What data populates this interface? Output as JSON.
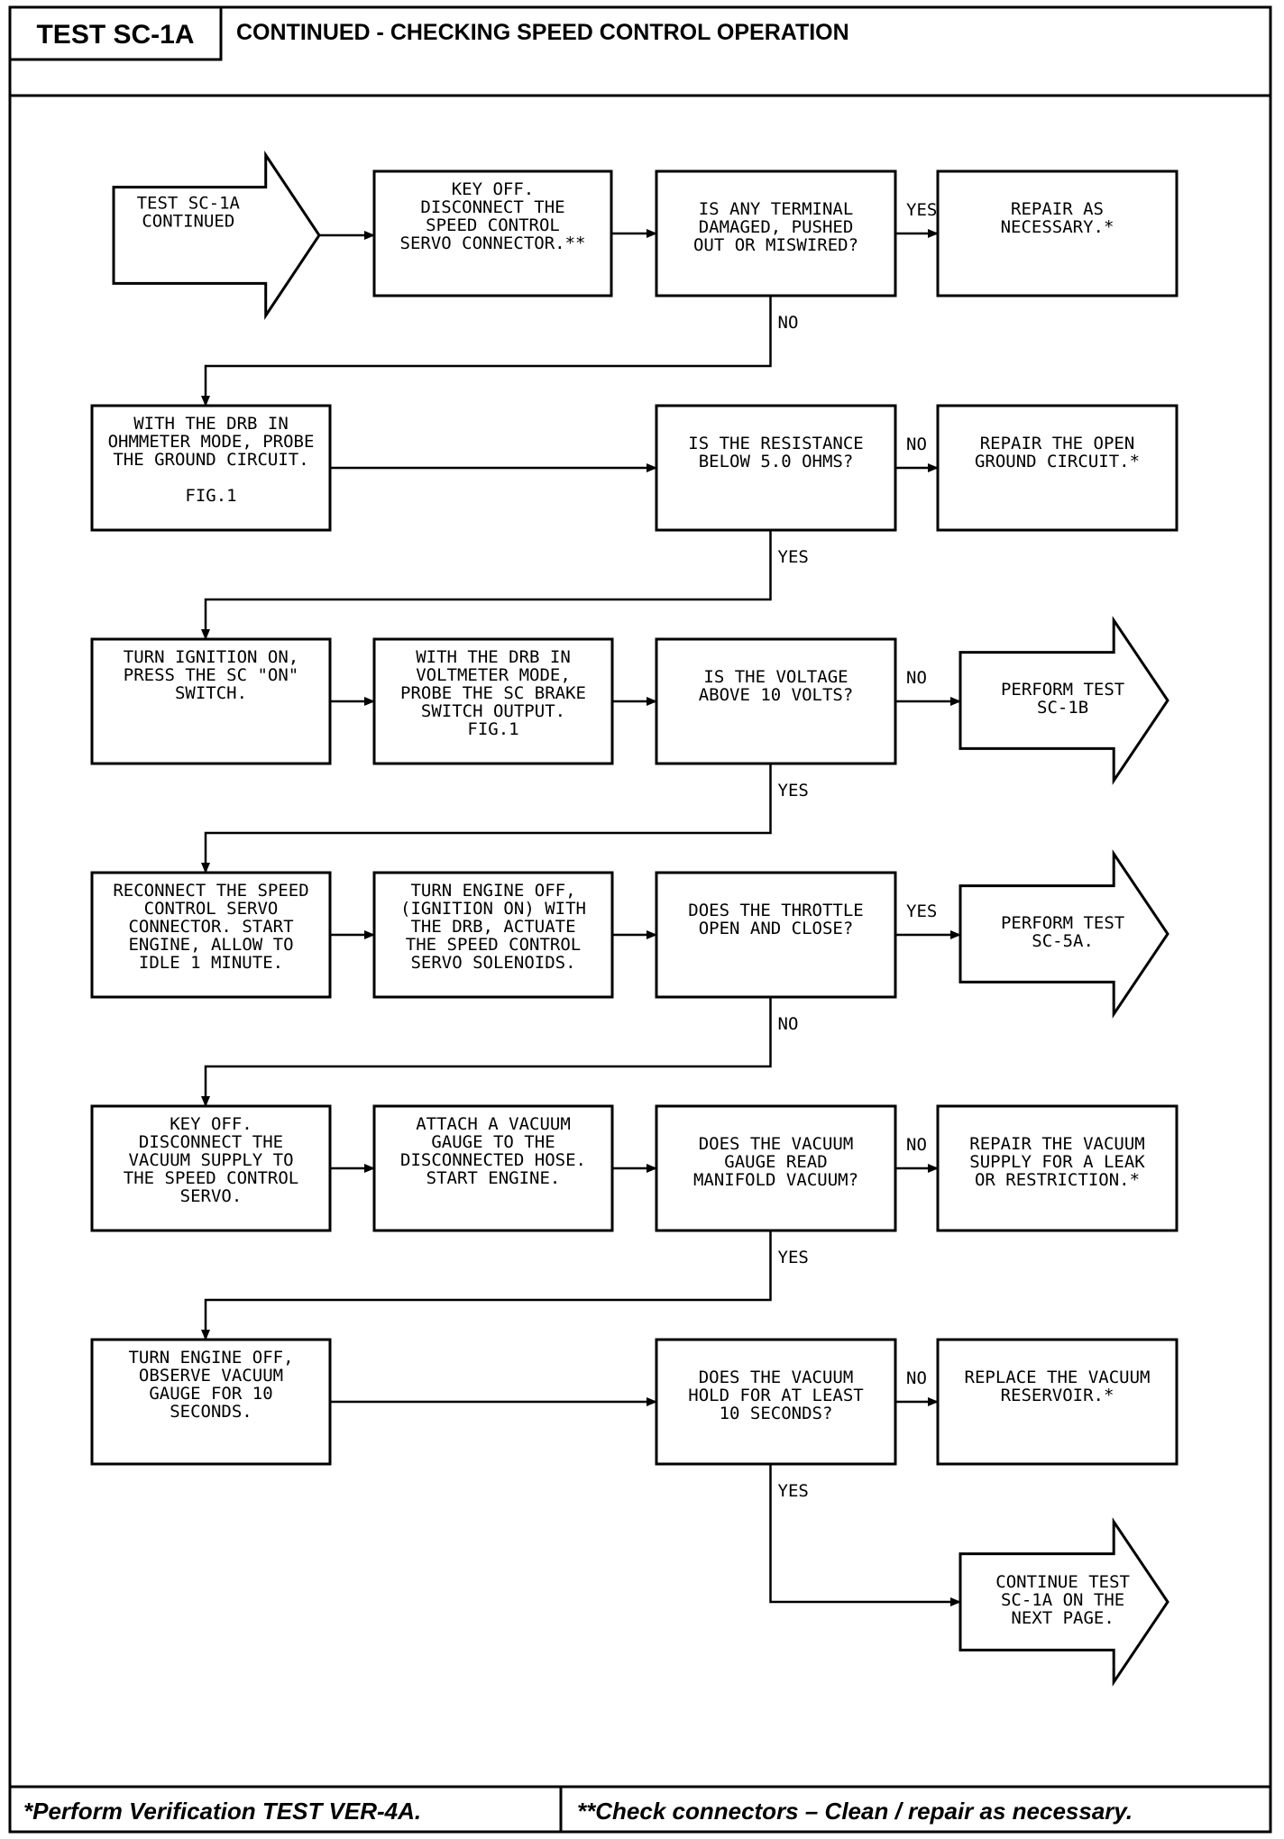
{
  "header": {
    "test_id": "TEST SC-1A",
    "title": "CONTINUED - CHECKING SPEED CONTROL OPERATION"
  },
  "footer": {
    "left": "*Perform Verification TEST VER-4A.",
    "right": "**Check connectors – Clean / repair as necessary."
  },
  "nodes": [
    {
      "id": "start",
      "shape": "arrow",
      "lines": [
        "TEST SC-1A",
        "CONTINUED"
      ]
    },
    {
      "id": "n1",
      "shape": "box",
      "lines": [
        "KEY OFF.",
        "DISCONNECT THE",
        "SPEED CONTROL",
        "SERVO CONNECTOR.**"
      ]
    },
    {
      "id": "d1",
      "shape": "box",
      "lines": [
        "IS ANY TERMINAL",
        "DAMAGED, PUSHED",
        "OUT OR MISWIRED?"
      ]
    },
    {
      "id": "r1",
      "shape": "box",
      "lines": [
        "REPAIR AS",
        "NECESSARY.*"
      ]
    },
    {
      "id": "n2",
      "shape": "box",
      "lines": [
        "WITH THE DRB IN",
        "OHMMETER MODE, PROBE",
        "THE GROUND CIRCUIT.",
        "",
        "FIG.1"
      ]
    },
    {
      "id": "d2",
      "shape": "box",
      "lines": [
        "IS THE RESISTANCE",
        "BELOW 5.0 OHMS?"
      ]
    },
    {
      "id": "r2",
      "shape": "box",
      "lines": [
        "REPAIR THE OPEN",
        "GROUND CIRCUIT.*"
      ]
    },
    {
      "id": "n3",
      "shape": "box",
      "lines": [
        "TURN IGNITION ON,",
        "PRESS THE SC \"ON\"",
        "SWITCH."
      ]
    },
    {
      "id": "n4",
      "shape": "box",
      "lines": [
        "WITH THE DRB IN",
        "VOLTMETER MODE,",
        "PROBE THE SC BRAKE",
        "SWITCH OUTPUT.",
        "FIG.1"
      ]
    },
    {
      "id": "d3",
      "shape": "box",
      "lines": [
        "IS THE VOLTAGE",
        "ABOVE 10 VOLTS?"
      ]
    },
    {
      "id": "r3",
      "shape": "arrow",
      "lines": [
        "PERFORM TEST",
        "SC-1B"
      ]
    },
    {
      "id": "n5",
      "shape": "box",
      "lines": [
        "RECONNECT THE SPEED",
        "CONTROL SERVO",
        "CONNECTOR. START",
        "ENGINE, ALLOW TO",
        "IDLE 1 MINUTE."
      ]
    },
    {
      "id": "n6",
      "shape": "box",
      "lines": [
        "TURN ENGINE OFF,",
        "(IGNITION ON) WITH",
        "THE DRB, ACTUATE",
        "THE SPEED CONTROL",
        "SERVO SOLENOIDS."
      ]
    },
    {
      "id": "d4",
      "shape": "box",
      "lines": [
        "DOES THE THROTTLE",
        "OPEN AND CLOSE?"
      ]
    },
    {
      "id": "r4",
      "shape": "arrow",
      "lines": [
        "PERFORM TEST",
        "SC-5A."
      ]
    },
    {
      "id": "n7",
      "shape": "box",
      "lines": [
        "KEY OFF.",
        "DISCONNECT THE",
        "VACUUM SUPPLY TO",
        "THE SPEED CONTROL",
        "SERVO."
      ]
    },
    {
      "id": "n8",
      "shape": "box",
      "lines": [
        "ATTACH A VACUUM",
        "GAUGE TO THE",
        "DISCONNECTED HOSE.",
        "START ENGINE."
      ]
    },
    {
      "id": "d5",
      "shape": "box",
      "lines": [
        "DOES THE VACUUM",
        "GAUGE READ",
        "MANIFOLD VACUUM?"
      ]
    },
    {
      "id": "r5",
      "shape": "box",
      "lines": [
        "REPAIR THE VACUUM",
        "SUPPLY FOR A LEAK",
        "OR RESTRICTION.*"
      ]
    },
    {
      "id": "n9",
      "shape": "box",
      "lines": [
        "TURN ENGINE OFF,",
        "OBSERVE VACUUM",
        "GAUGE FOR 10",
        "SECONDS."
      ]
    },
    {
      "id": "d6",
      "shape": "box",
      "lines": [
        "DOES THE VACUUM",
        "HOLD FOR AT LEAST",
        "10 SECONDS?"
      ]
    },
    {
      "id": "r6",
      "shape": "box",
      "lines": [
        "REPLACE THE VACUUM",
        "RESERVOIR.*"
      ]
    },
    {
      "id": "end",
      "shape": "arrow",
      "lines": [
        "CONTINUE TEST",
        "SC-1A ON THE",
        "NEXT PAGE."
      ]
    }
  ],
  "edges": [
    {
      "from": "start",
      "to": "n1",
      "label": ""
    },
    {
      "from": "n1",
      "to": "d1",
      "label": ""
    },
    {
      "from": "d1",
      "to": "r1",
      "label": "YES"
    },
    {
      "from": "d1",
      "to": "n2",
      "label": "NO"
    },
    {
      "from": "n2",
      "to": "d2",
      "label": ""
    },
    {
      "from": "d2",
      "to": "r2",
      "label": "NO"
    },
    {
      "from": "d2",
      "to": "n3",
      "label": "YES"
    },
    {
      "from": "n3",
      "to": "n4",
      "label": ""
    },
    {
      "from": "n4",
      "to": "d3",
      "label": ""
    },
    {
      "from": "d3",
      "to": "r3",
      "label": "NO"
    },
    {
      "from": "d3",
      "to": "n5",
      "label": "YES"
    },
    {
      "from": "n5",
      "to": "n6",
      "label": ""
    },
    {
      "from": "n6",
      "to": "d4",
      "label": ""
    },
    {
      "from": "d4",
      "to": "r4",
      "label": "YES"
    },
    {
      "from": "d4",
      "to": "n7",
      "label": "NO"
    },
    {
      "from": "n7",
      "to": "n8",
      "label": ""
    },
    {
      "from": "n8",
      "to": "d5",
      "label": ""
    },
    {
      "from": "d5",
      "to": "r5",
      "label": "NO"
    },
    {
      "from": "d5",
      "to": "n9",
      "label": "YES"
    },
    {
      "from": "n9",
      "to": "d6",
      "label": ""
    },
    {
      "from": "d6",
      "to": "r6",
      "label": "NO"
    },
    {
      "from": "d6",
      "to": "end",
      "label": "YES"
    }
  ]
}
